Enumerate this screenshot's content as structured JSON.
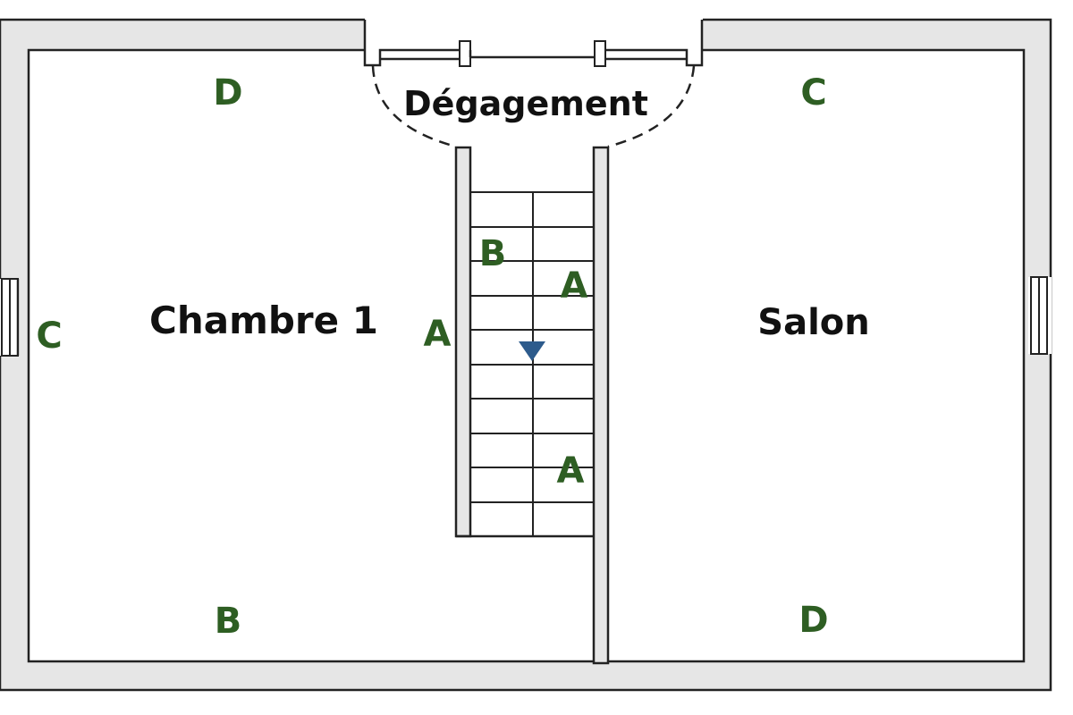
{
  "rooms": {
    "bedroom": "Chambre 1",
    "living": "Salon",
    "hall": "Dégagement"
  },
  "wall_labels": {
    "bedroom_top": "D",
    "bedroom_left": "C",
    "bedroom_bottom": "B",
    "bedroom_right": "A",
    "stair_b": "B",
    "stair_a_upper": "A",
    "stair_a_lower": "A",
    "living_top": "C",
    "living_bottom": "D"
  },
  "colors": {
    "label_green": "#2e5e23",
    "arrow_blue": "#2d5b8c",
    "wall_fill": "#e6e6e6",
    "stroke": "#222222"
  },
  "stairs": {
    "direction": "down",
    "arrow_icon": "triangle-down-icon"
  }
}
